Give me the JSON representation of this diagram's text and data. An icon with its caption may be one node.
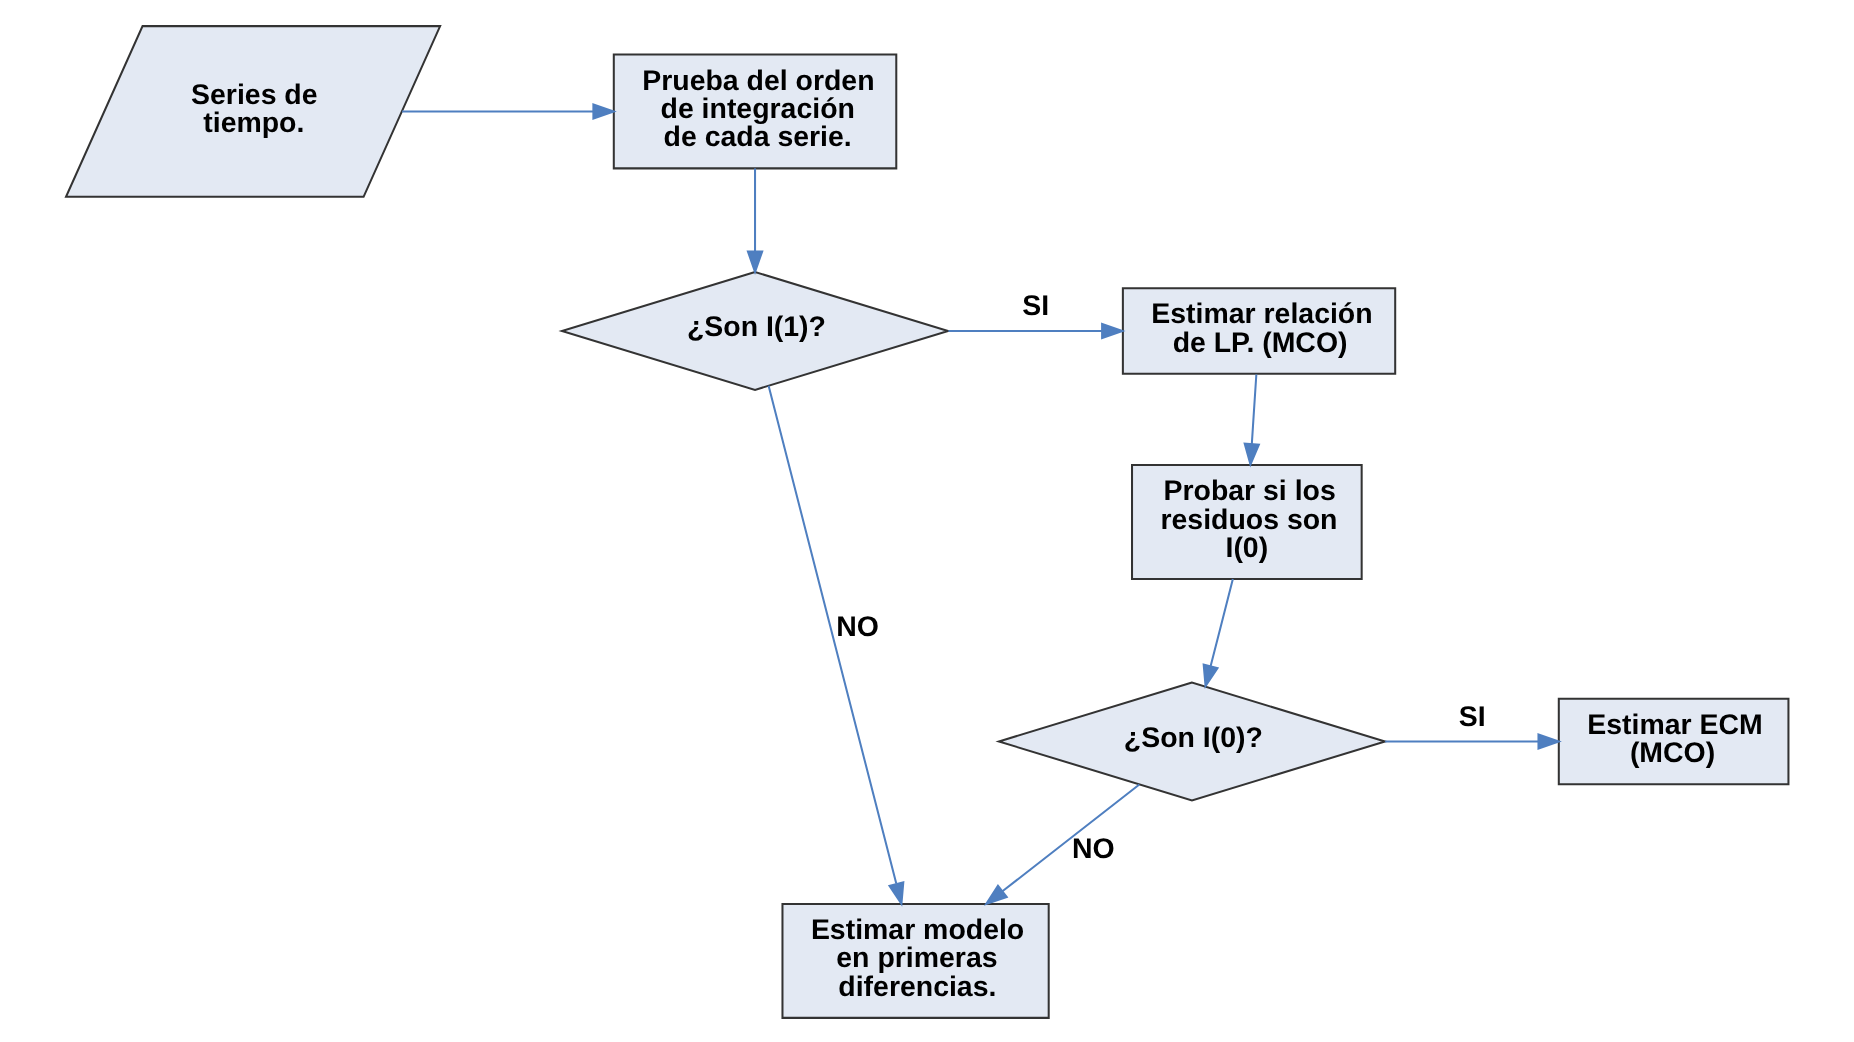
{
  "diagram": {
    "nodes": [
      {
        "text": [
          "Prueba del orden de integración de cada serie."
        ]
      },
      {
        "text": [
          "Series de tiempo."
        ]
      },
      {
        "text": [
          "¿Son I(1)?"
        ]
      },
      {
        "text": [
          "Estimar relación de LP. (MCO)"
        ]
      },
      {
        "text": [
          "Probar si los residuos son I(0)"
        ]
      },
      {
        "text": [
          "Estimar ECM (MCO)"
        ]
      },
      {
        "text": [
          "¿Son I(0)?"
        ]
      },
      {
        "text": [
          "Estimar modelo en primeras diferencias."
        ]
      }
    ],
    "edges": [
      {
        "from": 1,
        "to": 0,
        "arrow": "to"
      },
      {
        "from": 0,
        "to": 2,
        "arrow": "to"
      },
      {
        "from": 2,
        "to": 3,
        "arrow": "to",
        "label": "SI"
      },
      {
        "from": 2,
        "to": 7,
        "arrow": "to",
        "label": "NO"
      },
      {
        "from": 3,
        "to": 4,
        "arrow": "to"
      },
      {
        "from": 4,
        "to": 6,
        "arrow": "to"
      },
      {
        "from": 6,
        "to": 5,
        "arrow": "to",
        "label": "SI"
      },
      {
        "from": 6,
        "to": 7,
        "arrow": "to",
        "label": "NO"
      }
    ]
  }
}
